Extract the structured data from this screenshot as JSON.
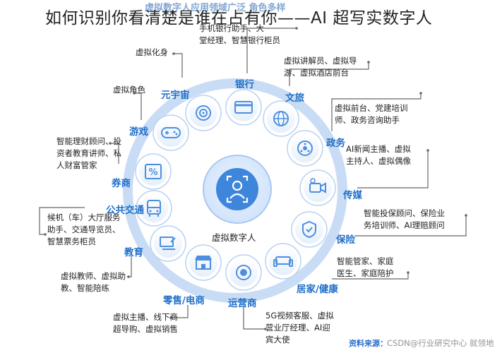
{
  "title": "如何识别你看清楚是谁在占有你——AI 超写实数字人",
  "subtitle": "虚拟数字人应用领域广泛 角色多样",
  "center_label": "虚拟数字人",
  "footer_source": "资料来源：",
  "watermark": "CSDN@行业研究中心 就领地",
  "colors": {
    "accent": "#1f6fc8",
    "ring": "#dbe8fa",
    "connector": "#666666"
  },
  "categories": [
    {
      "id": "yuanyuzhou",
      "label": "元宇宙",
      "icon": "metaverse-icon",
      "note": "虚拟化身"
    },
    {
      "id": "yinhang",
      "label": "银行",
      "icon": "bank-card-icon",
      "note": "手机银行助手、大\n堂经理、智慧银行柜员"
    },
    {
      "id": "wenlv",
      "label": "文旅",
      "icon": "globe-icon",
      "note": "虚拟讲解员、虚拟导\n游、虚拟酒店前台"
    },
    {
      "id": "zhengwu",
      "label": "政务",
      "icon": "government-icon",
      "note": "虚拟前台、党建培训\n师、政务咨询助手"
    },
    {
      "id": "chuanmei",
      "label": "传媒",
      "icon": "video-camera-icon",
      "note": "AI新闻主播、虚拟\n主持人、虚拟偶像"
    },
    {
      "id": "baoxian",
      "label": "保险",
      "icon": "shield-icon",
      "note": "智能投保顾问、保险业\n务培训师、AI理赔顾问"
    },
    {
      "id": "jujia",
      "label": "居家/健康",
      "icon": "sofa-icon",
      "note": "智能管家、家庭\n医生、家庭陪护"
    },
    {
      "id": "yunyingshang",
      "label": "运营商",
      "icon": "operator-icon",
      "note": "5G视频客服、虚拟\n营业厅经理、AI迎\n宾大使"
    },
    {
      "id": "lingshou",
      "label": "零售/电商",
      "icon": "store-icon",
      "note": "虚拟主播、线下商\n超导购、虚拟销售"
    },
    {
      "id": "jiaoyu",
      "label": "教育",
      "icon": "education-icon",
      "note": "虚拟教师、虚拟助\n教、智能陪练"
    },
    {
      "id": "gonggong",
      "label": "公共交通",
      "icon": "bus-icon",
      "note": "候机（车）大厅服务\n助手、交通导览员、\n智慧票务柜员"
    },
    {
      "id": "quanshang",
      "label": "券商",
      "icon": "percent-icon",
      "note": "智能理财顾问、投\n资者教育讲师、私\n人财富管家"
    },
    {
      "id": "youxi",
      "label": "游戏",
      "icon": "gamepad-icon",
      "note": "虚拟角色"
    }
  ]
}
